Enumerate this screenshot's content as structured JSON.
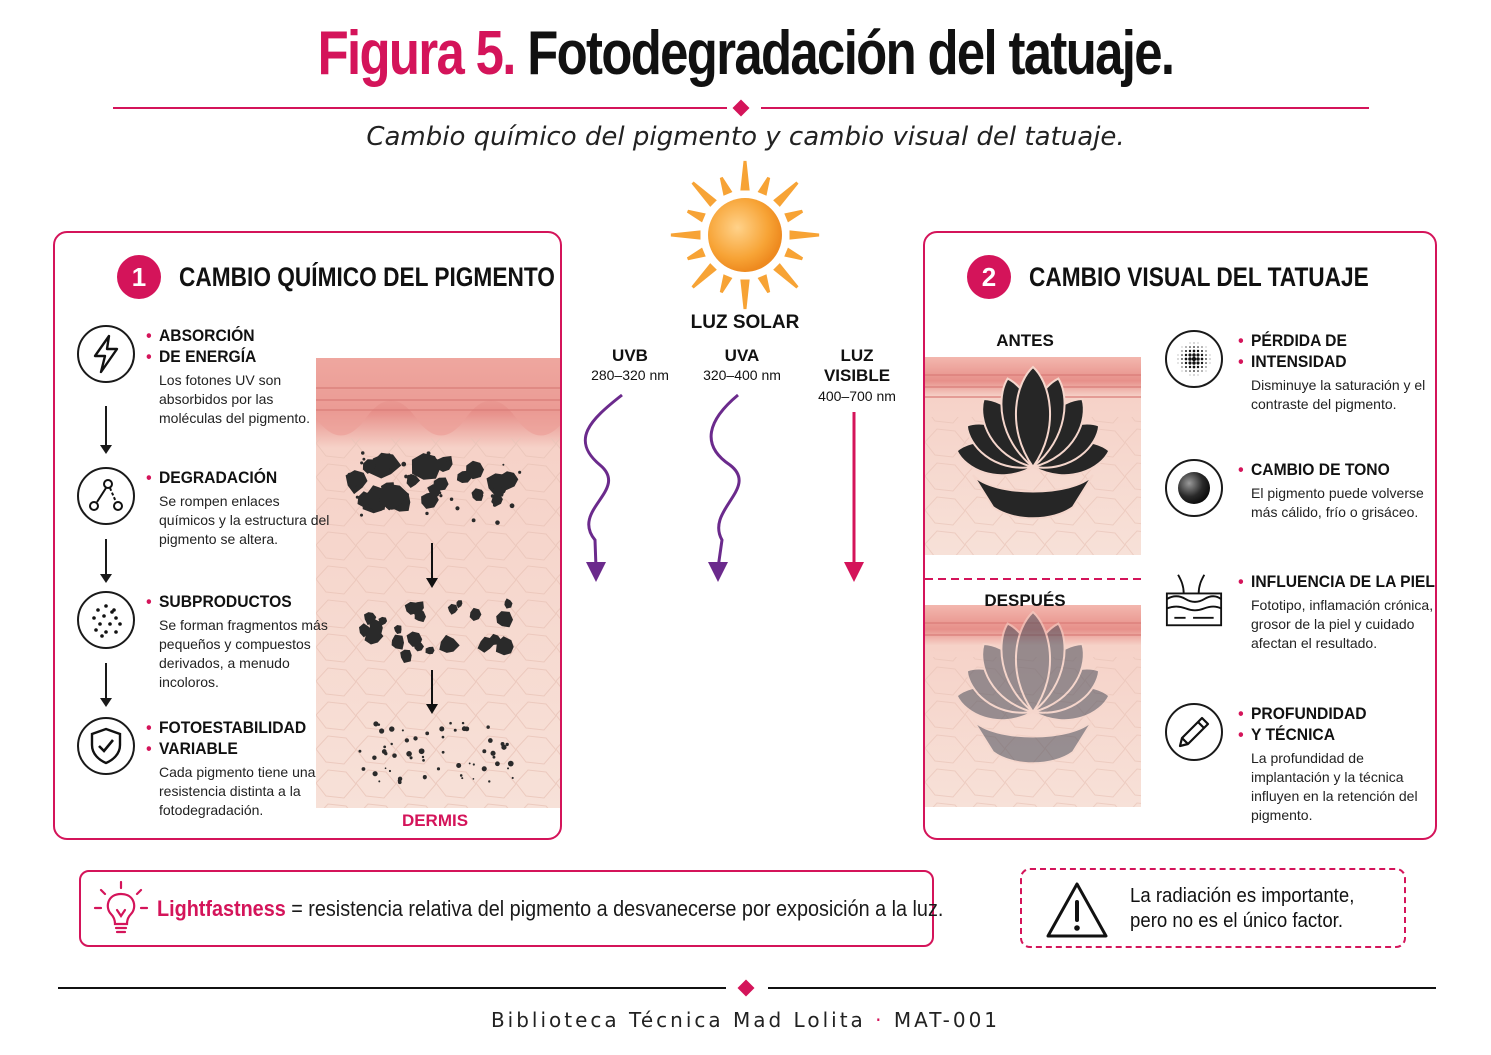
{
  "header": {
    "figure_label": "Figura 5.",
    "title": "Fotodegradación del tatuaje.",
    "subtitle": "Cambio químico del pigmento y cambio visual del tatuaje."
  },
  "light": {
    "sun_label": "LUZ SOLAR",
    "bands": [
      {
        "name": "UVB",
        "range": "280–320 nm"
      },
      {
        "name": "UVA",
        "range": "320–400 nm"
      },
      {
        "name_line1": "LUZ",
        "name_line2": "VISIBLE",
        "range": "400–700 nm"
      }
    ]
  },
  "panel1": {
    "number": "1",
    "title": "CAMBIO QUÍMICO DEL PIGMENTO",
    "skin_label": "DERMIS",
    "steps": [
      {
        "title_1": "ABSORCIÓN",
        "title_2": "DE ENERGÍA",
        "text": "Los fotones UV son absorbidos por las moléculas del pigmento.",
        "icon": "lightning-icon"
      },
      {
        "title_1": "DEGRADACIÓN",
        "title_2": "",
        "text": "Se rompen enlaces químicos y la estructura del pigmento se altera.",
        "icon": "molecule-icon"
      },
      {
        "title_1": "SUBPRODUCTOS",
        "title_2": "",
        "text": "Se forman fragmentos más pequeños y compuestos derivados, a menudo incoloros.",
        "icon": "particles-icon"
      },
      {
        "title_1": "FOTOESTABILIDAD",
        "title_2": "VARIABLE",
        "text": "Cada pigmento tiene una resistencia distinta a la fotodegradación.",
        "icon": "shield-check-icon"
      }
    ]
  },
  "panel2": {
    "number": "2",
    "title": "CAMBIO VISUAL DEL TATUAJE",
    "before_label": "ANTES",
    "after_label": "DESPUÉS",
    "items": [
      {
        "title_1": "PÉRDIDA DE",
        "title_2": "INTENSIDAD",
        "text": "Disminuye la saturación y el contraste del pigmento.",
        "icon": "halftone-icon"
      },
      {
        "title_1": "CAMBIO DE TONO",
        "title_2": "",
        "text": "El pigmento puede volverse más cálido, frío o grisáceo.",
        "icon": "gradient-sphere-icon"
      },
      {
        "title_1": "INFLUENCIA DE LA PIEL",
        "title_2": "",
        "text": "Fototipo, inflamación crónica, grosor de la piel y cuidado afectan el resultado.",
        "icon": "skin-layers-icon"
      },
      {
        "title_1": "PROFUNDIDAD",
        "title_2": "Y TÉCNICA",
        "text": "La profundidad de implantación y la técnica influyen en la retención del pigmento.",
        "icon": "pencil-icon"
      }
    ]
  },
  "lightfastness": {
    "term": "Lightfastness",
    "definition": " = resistencia relativa del pigmento a desvanecerse por exposición a la luz."
  },
  "warning": {
    "line1": "La radiación es importante,",
    "line2": "pero no es el único factor."
  },
  "footer": {
    "library": "Biblioteca Técnica Mad Lolita",
    "separator": "·",
    "code": "MAT-001"
  },
  "colors": {
    "accent": "#d4145a",
    "uv_arrow": "#6b2a8c",
    "visible_arrow": "#d4145a",
    "sun": "#f7a335"
  }
}
